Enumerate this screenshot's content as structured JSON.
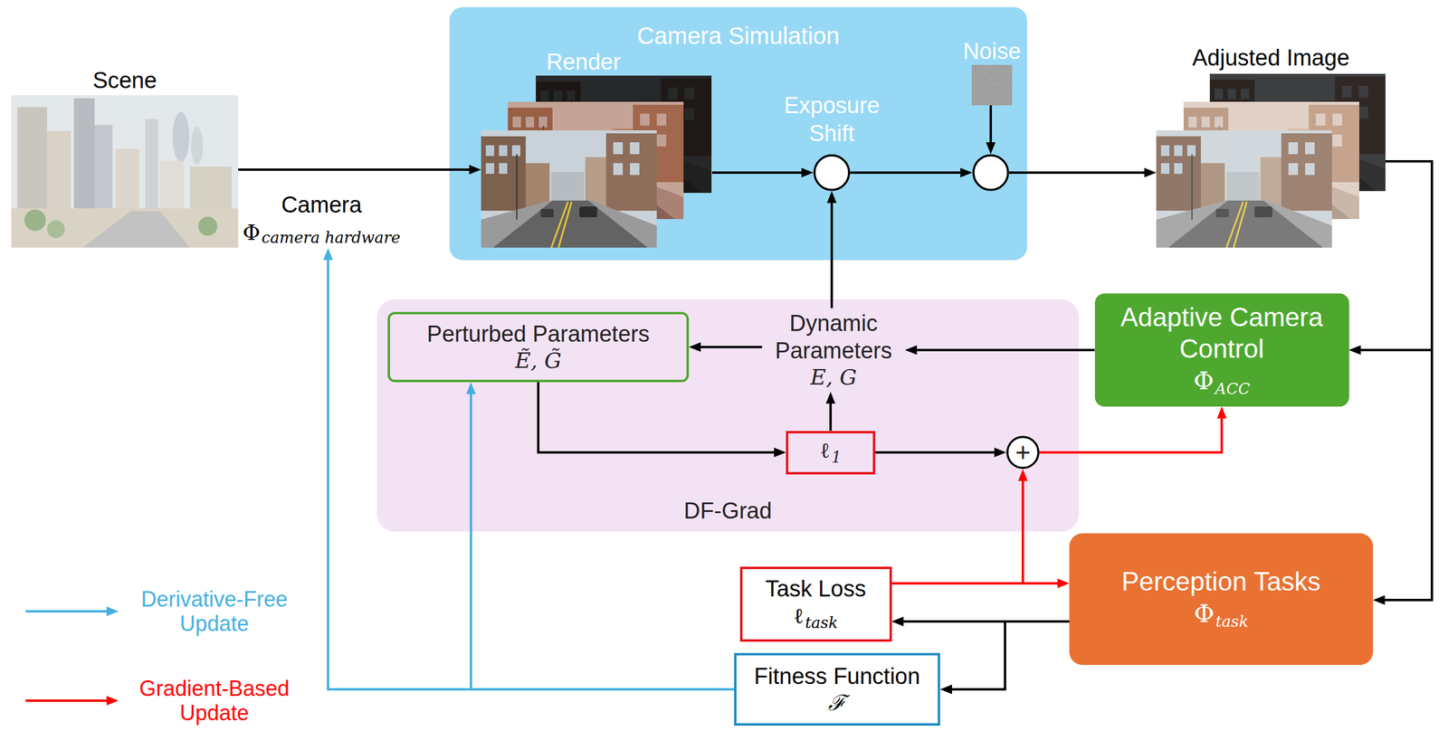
{
  "diagram": {
    "nodes": [
      {
        "text": [
          "Scene"
        ]
      },
      {
        "text": [
          "Camera",
          "Φ",
          "camera hardware"
        ]
      },
      {
        "text": [
          "Camera Simulation"
        ]
      },
      {
        "text": [
          "Render"
        ],
        "in": 2
      },
      {
        "text": [
          "Noise"
        ],
        "in": 2
      },
      {
        "text": [
          "Exposure Shift",
          "+"
        ],
        "in": 2
      },
      {
        "text": [
          "+"
        ],
        "in": 2
      },
      {
        "text": [
          "Adjusted Image"
        ]
      },
      {
        "text": [
          "DF-Grad"
        ]
      },
      {
        "text": [
          "Perturbed Parameters",
          "Ẽ, G̃"
        ],
        "in": 8
      },
      {
        "text": [
          "Dynamic Parameters",
          "E, G"
        ],
        "in": 8
      },
      {
        "text": [
          "ℓ",
          "1"
        ],
        "in": 8
      },
      {
        "text": [
          "+"
        ],
        "in": 8
      },
      {
        "text": [
          "Adaptive Camera Control",
          "Φ",
          "ACC"
        ]
      },
      {
        "text": [
          "Task Loss",
          "ℓ",
          "task"
        ]
      },
      {
        "text": [
          "Perception Tasks",
          "Φ",
          "task"
        ]
      },
      {
        "text": [
          "Fitness Function",
          "ℱ"
        ]
      }
    ],
    "edges": [
      {
        "from": 0,
        "to": 3,
        "arrow": "to"
      },
      {
        "from": 3,
        "to": 5,
        "arrow": "to"
      },
      {
        "from": 5,
        "to": 6,
        "arrow": "to"
      },
      {
        "from": 4,
        "to": 6,
        "arrow": "to"
      },
      {
        "from": 6,
        "to": 7,
        "arrow": "to"
      },
      {
        "from": 7,
        "to": 13,
        "arrow": "to"
      },
      {
        "from": 7,
        "to": 15,
        "arrow": "to"
      },
      {
        "from": 13,
        "to": 10,
        "arrow": "to"
      },
      {
        "from": 10,
        "to": 5,
        "arrow": "to"
      },
      {
        "from": 10,
        "to": 9,
        "arrow": "to"
      },
      {
        "from": 9,
        "to": 11,
        "arrow": "to"
      },
      {
        "from": 11,
        "to": 10,
        "arrow": "to"
      },
      {
        "from": 11,
        "to": 12,
        "arrow": "to"
      },
      {
        "from": 12,
        "to": 13,
        "arrow": "to"
      },
      {
        "from": 14,
        "to": 12,
        "arrow": "to"
      },
      {
        "from": 14,
        "to": 15,
        "arrow": "to"
      },
      {
        "from": 15,
        "to": 14,
        "arrow": "to"
      },
      {
        "from": 15,
        "to": 16,
        "arrow": "to"
      },
      {
        "from": 16,
        "to": 9,
        "arrow": "to"
      },
      {
        "from": 16,
        "to": 1,
        "arrow": "to"
      }
    ],
    "legend": [
      {
        "text": "Derivative-Free Update"
      },
      {
        "text": "Gradient-Based Update"
      }
    ]
  }
}
